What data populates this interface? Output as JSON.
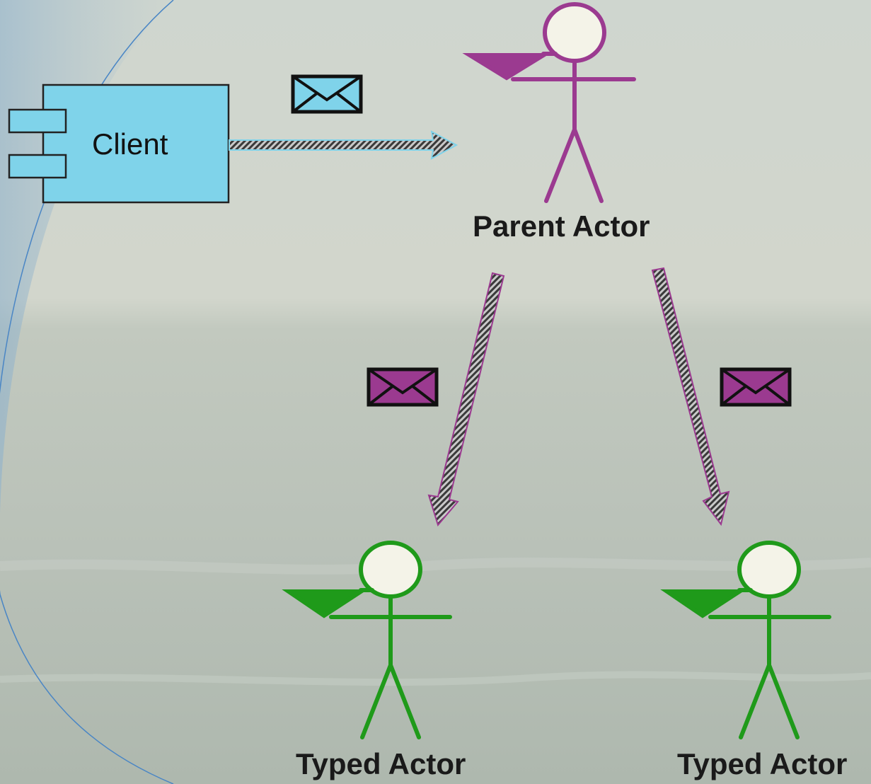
{
  "client": {
    "label": "Client"
  },
  "parent_actor": {
    "label": "Parent Actor"
  },
  "typed_actors": [
    {
      "label": "Typed Actor"
    },
    {
      "label": "Typed Actor"
    }
  ],
  "colors": {
    "client_fill": "#7fd3ea",
    "parent_actor": "#9b3a90",
    "typed_actor": "#1f9a1a",
    "envelope_client": "#7fd3ea",
    "envelope_actor": "#9b3a90",
    "head_fill": "#f4f3e8"
  },
  "icons": {
    "message": "envelope-icon",
    "actor": "stick-figure-icon",
    "component": "component-icon"
  }
}
